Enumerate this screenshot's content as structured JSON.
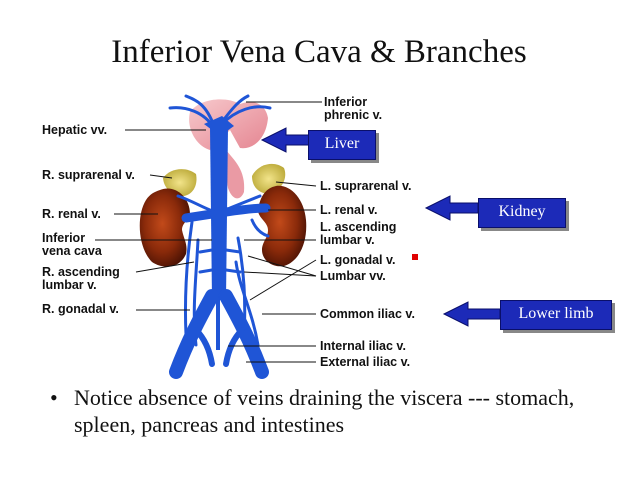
{
  "slide": {
    "title": "Inferior Vena Cava & Branches",
    "labels_left": {
      "hepatic": "Hepatic vv.",
      "r_suprarenal": "R. suprarenal v.",
      "r_renal": "R. renal v.",
      "ivc_line1": "Inferior",
      "ivc_line2": "vena cava",
      "r_ascending_line1": "R. ascending",
      "r_ascending_line2": "lumbar v.",
      "r_gonadal": "R. gonadal v."
    },
    "labels_right": {
      "inferior_phrenic_line1": "Inferior",
      "inferior_phrenic_line2": "phrenic v.",
      "l_suprarenal": "L. suprarenal v.",
      "l_renal": "L. renal v.",
      "l_ascending_line1": "L. ascending",
      "l_ascending_line2": "lumbar v.",
      "l_gonadal": "L. gonadal v.",
      "lumbar": "Lumbar vv.",
      "common_iliac": "Common iliac v.",
      "internal_iliac": "Internal iliac v.",
      "external_iliac": "External iliac v."
    },
    "tags": {
      "liver": "Liver",
      "kidney": "Kidney",
      "lower_limb": "Lower limb"
    },
    "bullet": {
      "symbol": "•",
      "text": "Notice absence of veins draining the viscera --- stomach, spleen, pancreas and intestines"
    },
    "colors": {
      "vein": "#1f55d6",
      "vein_dark": "#0c2f9c",
      "kidney": "#8a2a0a",
      "adrenal": "#d8c64a",
      "liver": "#f0a0a8",
      "tag_bg": "#1c2ab8",
      "marker": "#e00000"
    }
  }
}
